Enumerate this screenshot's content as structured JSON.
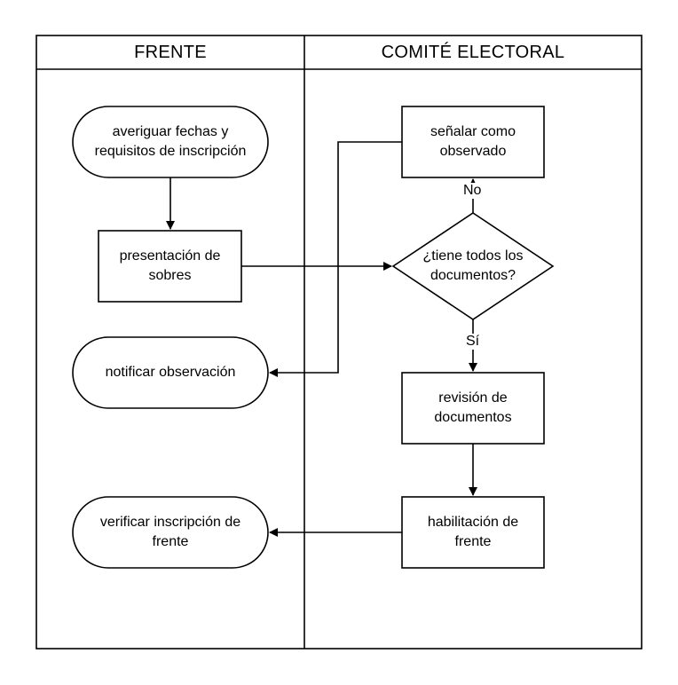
{
  "lanes": {
    "left": "FRENTE",
    "right": "COMITÉ ELECTORAL"
  },
  "nodes": {
    "averiguar": "averiguar fechas y\nrequisitos de inscripción",
    "presentacion": "presentación de\nsobres",
    "notificar": "notificar observación",
    "verificar": "verificar inscripción de\nfrente",
    "senalar": "señalar como\nobservado",
    "decision": "¿tiene todos los\ndocumentos?",
    "revision": "revisión de\ndocumentos",
    "habilitacion": "habilitación de\nfrente"
  },
  "edge_labels": {
    "no": "No",
    "si": "Sí"
  }
}
